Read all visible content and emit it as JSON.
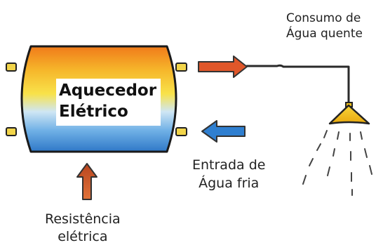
{
  "tank": {
    "line1": "Aquecedor",
    "line2": "Elétrico"
  },
  "hot_water_output": {
    "line1": "Consumo de",
    "line2": "Água quente"
  },
  "cold_water_input": {
    "line1": "Entrada de",
    "line2": "Água fria"
  },
  "resistance": {
    "line1": "Resistência",
    "line2": "elétrica"
  },
  "colors": {
    "hot_arrow": "#e0572a",
    "cold_arrow": "#2f7fd0",
    "resistance_arrow": "#c9582e",
    "tank_top": "#f28a1e",
    "tank_mid": "#f6d23a",
    "tank_bottom": "#3f8ad6",
    "shower_head": "#f2c21a"
  }
}
